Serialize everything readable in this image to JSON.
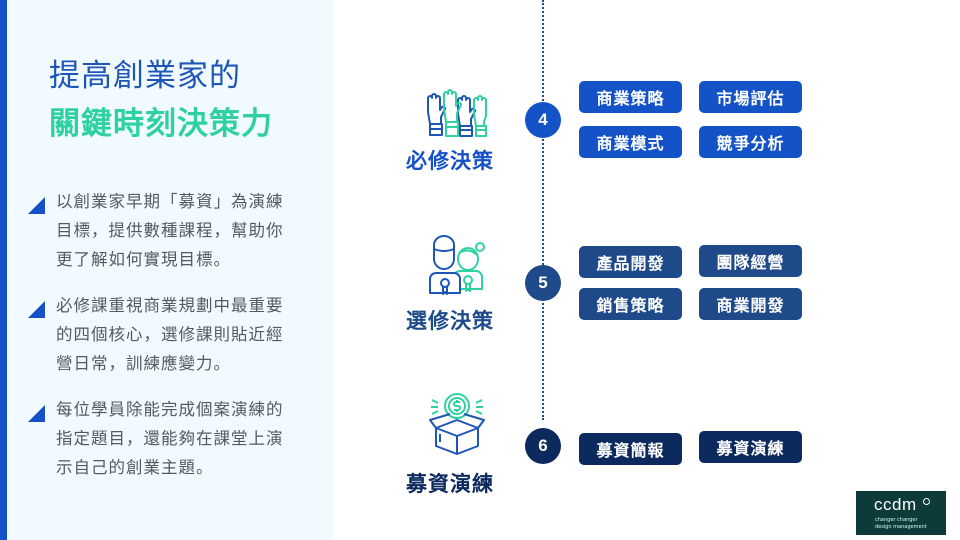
{
  "title": {
    "line1": "提高創業家的",
    "line2": "關鍵時刻決策力"
  },
  "bullets": [
    "以創業家早期「募資」為演練目標，提供數種課程，幫助你更了解如何實現目標。",
    "必修課重視商業規劃中最重要的四個核心，選修課則貼近經營日常，訓練應變力。",
    "每位學員除能完成個案演練的指定題目，還能夠在課堂上演示自己的創業主題。"
  ],
  "sections": [
    {
      "number": "4",
      "label": "必修決策",
      "icon": "raised-hands-icon",
      "tags": [
        "商業策略",
        "市場評估",
        "商業模式",
        "競爭分析"
      ]
    },
    {
      "number": "5",
      "label": "選修決策",
      "icon": "award-people-icon",
      "tags": [
        "產品開發",
        "團隊經營",
        "銷售策略",
        "商業開發"
      ]
    },
    {
      "number": "6",
      "label": "募資演練",
      "icon": "money-box-icon",
      "tags": [
        "募資簡報",
        "募資演練"
      ]
    }
  ],
  "logo": {
    "name": "ccdm",
    "sub1": "changer changer",
    "sub2": "design management"
  },
  "colors": {
    "accent_blue": "#1452c8",
    "mid_blue": "#1e4a8a",
    "dark_navy": "#0c2a5e",
    "teal": "#2fd1a0"
  }
}
